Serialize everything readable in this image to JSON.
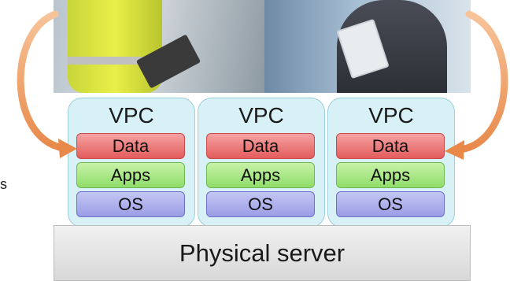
{
  "diagram": {
    "vpcs": [
      {
        "title": "VPC",
        "layers": {
          "data": "Data",
          "apps": "Apps",
          "os": "OS"
        }
      },
      {
        "title": "VPC",
        "layers": {
          "data": "Data",
          "apps": "Apps",
          "os": "OS"
        }
      },
      {
        "title": "VPC",
        "layers": {
          "data": "Data",
          "apps": "Apps",
          "os": "OS"
        }
      }
    ],
    "server_label": "Physical server",
    "edge_text": "s"
  },
  "colors": {
    "data": "#e35c5c",
    "apps": "#8fdd6a",
    "os": "#9b9de6",
    "vpc_bg": "#d8f1f7",
    "arrow": "#f0a86b"
  }
}
